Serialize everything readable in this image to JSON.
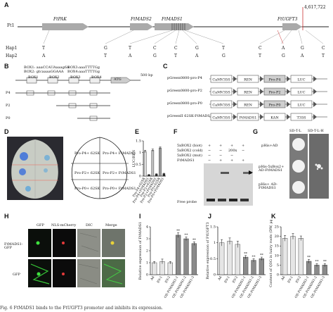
{
  "panels": {
    "A": {
      "label": "A",
      "chrom": "Ft1",
      "genes": [
        "FtPAK",
        "FtMADS2",
        "FtMADS1",
        "FtUGFT3"
      ],
      "position": "4,617,722",
      "haps": [
        {
          "name": "Hap1",
          "alleles": [
            "T",
            "G",
            "T",
            "C",
            "C",
            "G",
            "T",
            "C",
            "A",
            "G",
            "C"
          ]
        },
        {
          "name": "Hap2",
          "alleles": [
            "A",
            "T",
            "A",
            "G",
            "T",
            "A",
            "G",
            "T",
            "G",
            "A",
            "T"
          ]
        }
      ]
    },
    "B": {
      "label": "B",
      "box_seqs": [
        "BOX1: aaaCCAUAaaag6A",
        "BOX2: gtcaaaaGGAAA",
        "BOX3:aaaTTTTGg",
        "BOX4:aaaTTTTGg"
      ],
      "boxes": [
        "BOX1",
        "BOX2",
        "BOX3",
        "BOX4"
      ],
      "tss": "ATG",
      "scale": "500 bp",
      "rows": [
        "P4",
        "P2",
        "P0"
      ]
    },
    "C": {
      "label": "C",
      "constructs": [
        {
          "name": "pGreen0800-pro-P4",
          "parts": [
            "CaMV35S",
            "REN",
            "Pro-P4",
            "LUC"
          ]
        },
        {
          "name": "pGreen0800-pro-P2",
          "parts": [
            "CaMV35S",
            "REN",
            "Pro-P2",
            "LUC"
          ]
        },
        {
          "name": "pGreen0800-pro-P0",
          "parts": [
            "CaMV35S",
            "REN",
            "Pro-P0",
            "LUC"
          ]
        },
        {
          "name": "pGreenII 62SK-FtMADS1",
          "parts": [
            "CaMV35S",
            "FtMADS1",
            "KAN",
            "T35S"
          ]
        }
      ]
    },
    "D": {
      "label": "D",
      "quadrants": [
        "Pro-P4+ 62SK",
        "Pro-P4+ FtMADS1",
        "Pro-P2+ 62SK",
        "Pro-P2+ FtMADS1",
        "Pro-P0+ 62SK",
        "Pro-P0+ FtMADS1"
      ]
    },
    "E": {
      "label": "E",
      "ylabel": "LUC/REN",
      "sig": "**",
      "categories": [
        "Pro-P4+62SK",
        "Pro-P4+FtMADS1",
        "Pro-P2+62SK",
        "Pro-P2+FtMADS1",
        "Pro-P0+62SK",
        "Pro-P0+FtMADS1"
      ]
    },
    "F": {
      "label": "F",
      "rows": [
        "5xBOX2 (biot)",
        "5xBOX2 (cold)",
        "5xBOX2 (mut)",
        "FtMADS1"
      ],
      "fold": "200x",
      "free": "Free probe"
    },
    "G": {
      "label": "G",
      "headers": [
        "SD-T-L",
        "SD-T-L-H"
      ],
      "rows": [
        "pHis+AD",
        "pHis-5xBox2+ AD-FtMADS1",
        "pHis+ AD-FtMADS1"
      ]
    },
    "H": {
      "label": "H",
      "cols": [
        "GFP",
        "NLS-mCherry",
        "DIC",
        "Merge"
      ],
      "rows": [
        "FtMADS1- GFP",
        "GFP"
      ]
    },
    "I": {
      "label": "I",
      "ylabel": "Relative expression of FtMADS1"
    },
    "J": {
      "label": "J",
      "ylabel": "Relative expression of FtUGFT3"
    },
    "K": {
      "label": "K",
      "ylabel": "Content of Q3G in hairy roots (DW, µg/g)"
    },
    "caption": "Fig. 6 FtMADS1 binds to the FtUGFT3 promoter and inhibits its expression."
  },
  "chart_data": [
    {
      "type": "bar",
      "title": "E",
      "ylabel": "LUC/REN",
      "ylim": [
        0,
        1.5
      ],
      "categories": [
        "Pro-P4+62SK",
        "Pro-P4+FtMADS1",
        "Pro-P2+62SK",
        "Pro-P2+FtMADS1",
        "Pro-P0+62SK",
        "Pro-P0+FtMADS1"
      ],
      "values": [
        1.05,
        0.05,
        1.1,
        0.08,
        1.2,
        0.1
      ],
      "errors": [
        0.05,
        0.02,
        0.05,
        0.02,
        0.04,
        0.02
      ],
      "colors": [
        "#dcdcdc",
        "#2a2a2a",
        "#bfbfbf",
        "#2a2a2a",
        "#9a9a9a",
        "#2a2a2a"
      ],
      "yticks": [
        "0",
        "0.5",
        "1",
        "1.5"
      ]
    },
    {
      "type": "bar",
      "title": "I",
      "ylabel": "Relative expression of FtMADS1",
      "ylim": [
        0,
        4
      ],
      "categories": [
        "A4",
        "EV-1",
        "EV-2",
        "OE-FtMADS1-1",
        "OE-FtMADS1-2",
        "OE-FtMADS1-3"
      ],
      "values": [
        1.0,
        1.1,
        1.0,
        3.3,
        3.0,
        2.6
      ],
      "errors": [
        0.1,
        0.2,
        0.1,
        0.2,
        0.15,
        0.15
      ],
      "marks": [
        "",
        "",
        "",
        "**",
        "**",
        "**"
      ],
      "yticks": [
        "0",
        "1",
        "2",
        "3",
        "4"
      ]
    },
    {
      "type": "bar",
      "title": "J",
      "ylabel": "Relative expression of FtUGFT3",
      "ylim": [
        0,
        1.5
      ],
      "categories": [
        "A4",
        "EV-1",
        "EV-2",
        "OE-FtMADS1-1",
        "OE-FtMADS1-2",
        "OE-FtMADS1-3"
      ],
      "values": [
        1.0,
        1.05,
        0.95,
        0.55,
        0.45,
        0.5
      ],
      "errors": [
        0.1,
        0.1,
        0.1,
        0.05,
        0.05,
        0.05
      ],
      "marks": [
        "",
        "",
        "",
        "**",
        "**",
        "**"
      ],
      "yticks": [
        "0",
        "0.5",
        "1",
        "1.5"
      ]
    },
    {
      "type": "bar",
      "title": "K",
      "ylabel": "Content of Q3G in hairy roots (DW, µg/g)",
      "ylim": [
        0,
        25
      ],
      "categories": [
        "A4",
        "EV-1",
        "EV-2",
        "OE-FtMADS1-1",
        "OE-FtMADS1-2",
        "OE-FtMADS1-3"
      ],
      "values": [
        19,
        20,
        19,
        7,
        5,
        5
      ],
      "errors": [
        1.5,
        1.5,
        1.2,
        1,
        0.8,
        0.8
      ],
      "marks": [
        "",
        "",
        "",
        "**",
        "**",
        "**"
      ],
      "yticks": [
        "0",
        "5",
        "10",
        "15",
        "20",
        "25"
      ]
    }
  ]
}
